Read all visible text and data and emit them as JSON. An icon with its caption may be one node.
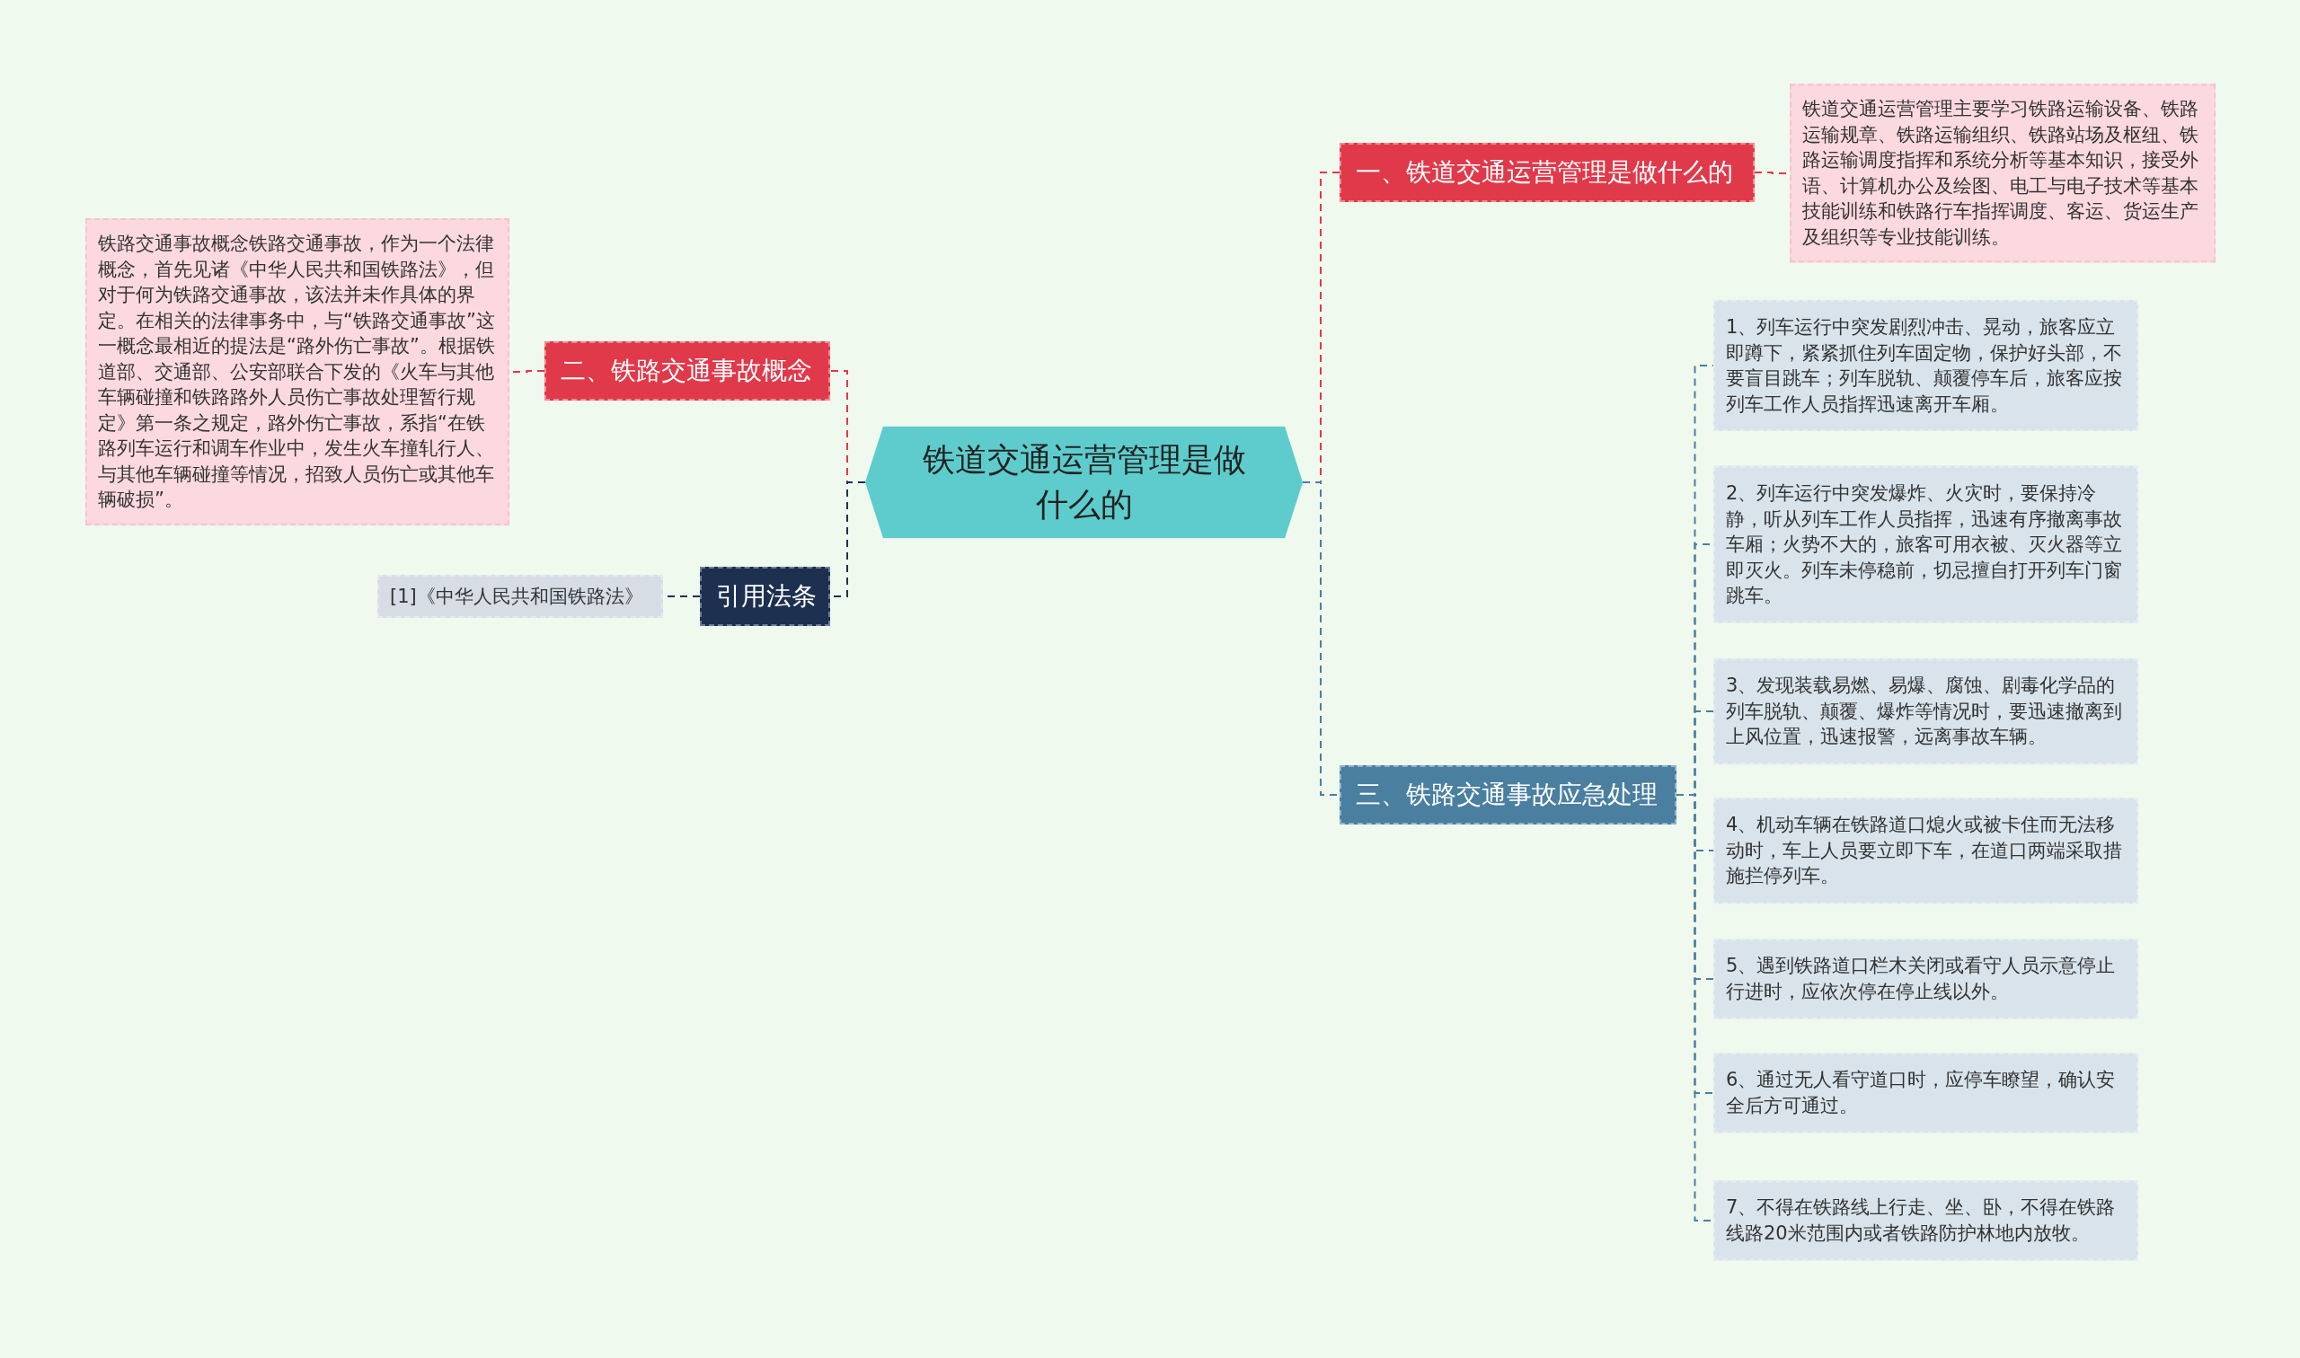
{
  "diagram": {
    "nodes": [
      {
        "text": [
          "铁道交通运营管理是做什么的"
        ]
      },
      {
        "text": [
          "一、铁道交通运营管理是做什么的"
        ]
      },
      {
        "text": [
          "铁道交通运营管理主要学习铁路运输设备、铁路运输规章、铁路运输组织、铁路站场及枢纽、铁路运输调度指挥和系统分析等基本知识，接受外语、计算机办公及绘图、电工与电子技术等基本技能训练和铁路行车指挥调度、客运、货运生产及组织等专业技能训练。"
        ]
      },
      {
        "text": [
          "二、铁路交通事故概念"
        ]
      },
      {
        "text": [
          "铁路交通事故概念铁路交通事故，作为一个法律概念，首先见诸《中华人民共和国铁路法》，但对于何为铁路交通事故，该法并未作具体的界定。在相关的法律事务中，与“铁路交通事故”这一概念最相近的提法是“路外伤亡事故”。根据铁道部、交通部、公安部联合下发的《火车与其他车辆碰撞和铁路路外人员伤亡事故处理暂行规定》第一条之规定，路外伤亡事故，系指“在铁路列车运行和调车作业中，发生火车撞轧行人、与其他车辆碰撞等情况，招致人员伤亡或其他车辆破损”。"
        ]
      },
      {
        "text": [
          "引用法条"
        ]
      },
      {
        "text": [
          "[1]《中华人民共和国铁路法》"
        ]
      },
      {
        "text": [
          "三、铁路交通事故应急处理"
        ]
      },
      {
        "text": [
          "1、列车运行中突发剧烈冲击、晃动，旅客应立即蹲下，紧紧抓住列车固定物，保护好头部，不要盲目跳车；列车脱轨、颠覆停车后，旅客应按列车工作人员指挥迅速离开车厢。"
        ]
      },
      {
        "text": [
          "2、列车运行中突发爆炸、火灾时，要保持冷静，听从列车工作人员指挥，迅速有序撤离事故车厢；火势不大的，旅客可用衣被、灭火器等立即灭火。列车未停稳前，切忌擅自打开列车门窗跳车。"
        ]
      },
      {
        "text": [
          "3、发现装载易燃、易爆、腐蚀、剧毒化学品的列车脱轨、颠覆、爆炸等情况时，要迅速撤离到上风位置，迅速报警，远离事故车辆。"
        ]
      },
      {
        "text": [
          "4、机动车辆在铁路道口熄火或被卡住而无法移动时，车上人员要立即下车，在道口两端采取措施拦停列车。"
        ]
      },
      {
        "text": [
          "5、遇到铁路道口栏木关闭或看守人员示意停止行进时，应依次停在停止线以外。"
        ]
      },
      {
        "text": [
          "6、通过无人看守道口时，应停车瞭望，确认安全后方可通过。"
        ]
      },
      {
        "text": [
          "7、不得在铁路线上行走、坐、卧，不得在铁路线路20米范围内或者铁路防护林地内放牧。"
        ]
      }
    ],
    "edges": [
      {
        "from": 0,
        "to": 1,
        "arrow": "none",
        "style": "dashed",
        "color": "#e0394a"
      },
      {
        "from": 1,
        "to": 2,
        "arrow": "none",
        "style": "dashed",
        "color": "#e0394a"
      },
      {
        "from": 0,
        "to": 3,
        "arrow": "none",
        "style": "dashed",
        "color": "#e0394a"
      },
      {
        "from": 3,
        "to": 4,
        "arrow": "none",
        "style": "dashed",
        "color": "#e0394a"
      },
      {
        "from": 0,
        "to": 5,
        "arrow": "none",
        "style": "dashed",
        "color": "#1e3050"
      },
      {
        "from": 5,
        "to": 6,
        "arrow": "none",
        "style": "dashed",
        "color": "#1e3050"
      },
      {
        "from": 0,
        "to": 7,
        "arrow": "none",
        "style": "dashed"
      },
      {
        "from": 7,
        "to": 8,
        "arrow": "none",
        "style": "dashed"
      },
      {
        "from": 7,
        "to": 9,
        "arrow": "none",
        "style": "dashed"
      },
      {
        "from": 7,
        "to": 10,
        "arrow": "none",
        "style": "dashed"
      },
      {
        "from": 7,
        "to": 11,
        "arrow": "none",
        "style": "dashed"
      },
      {
        "from": 7,
        "to": 12,
        "arrow": "none",
        "style": "dashed"
      },
      {
        "from": 7,
        "to": 13,
        "arrow": "none",
        "style": "dashed"
      },
      {
        "from": 7,
        "to": 14,
        "arrow": "none",
        "style": "dashed"
      }
    ]
  }
}
